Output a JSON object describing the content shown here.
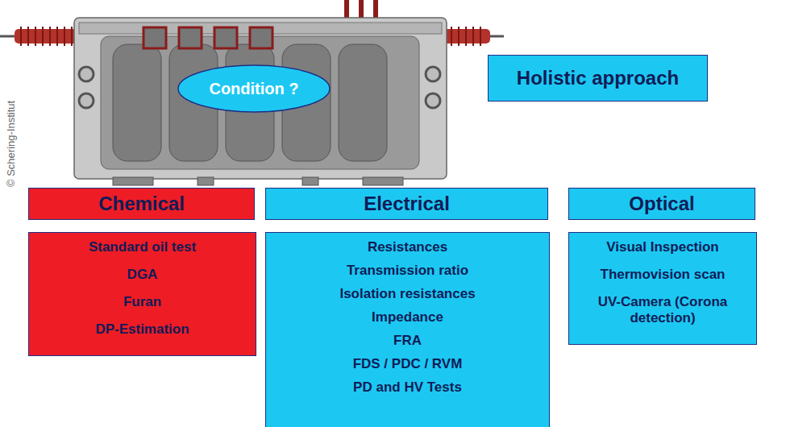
{
  "diagram": {
    "nodes": [
      {
        "text": [
          "Condition ?"
        ]
      },
      {
        "text": [
          "Holistic approach"
        ]
      },
      {
        "text": [
          "Chemical"
        ]
      },
      {
        "text": [
          "Standard oil test",
          "DGA",
          "Furan",
          "DP-Estimation"
        ]
      },
      {
        "text": [
          "Electrical"
        ]
      },
      {
        "text": [
          "Resistances",
          "Transmission ratio",
          "Isolation resistances",
          "Impedance",
          "FRA",
          "FDS / PDC / RVM",
          "PD and HV Tests"
        ]
      },
      {
        "text": [
          "Optical"
        ]
      },
      {
        "text": [
          "Visual Inspection",
          "Thermovision scan",
          "UV-Camera (Corona detection)"
        ]
      }
    ],
    "labels": [
      "© Schering-Institut"
    ]
  }
}
